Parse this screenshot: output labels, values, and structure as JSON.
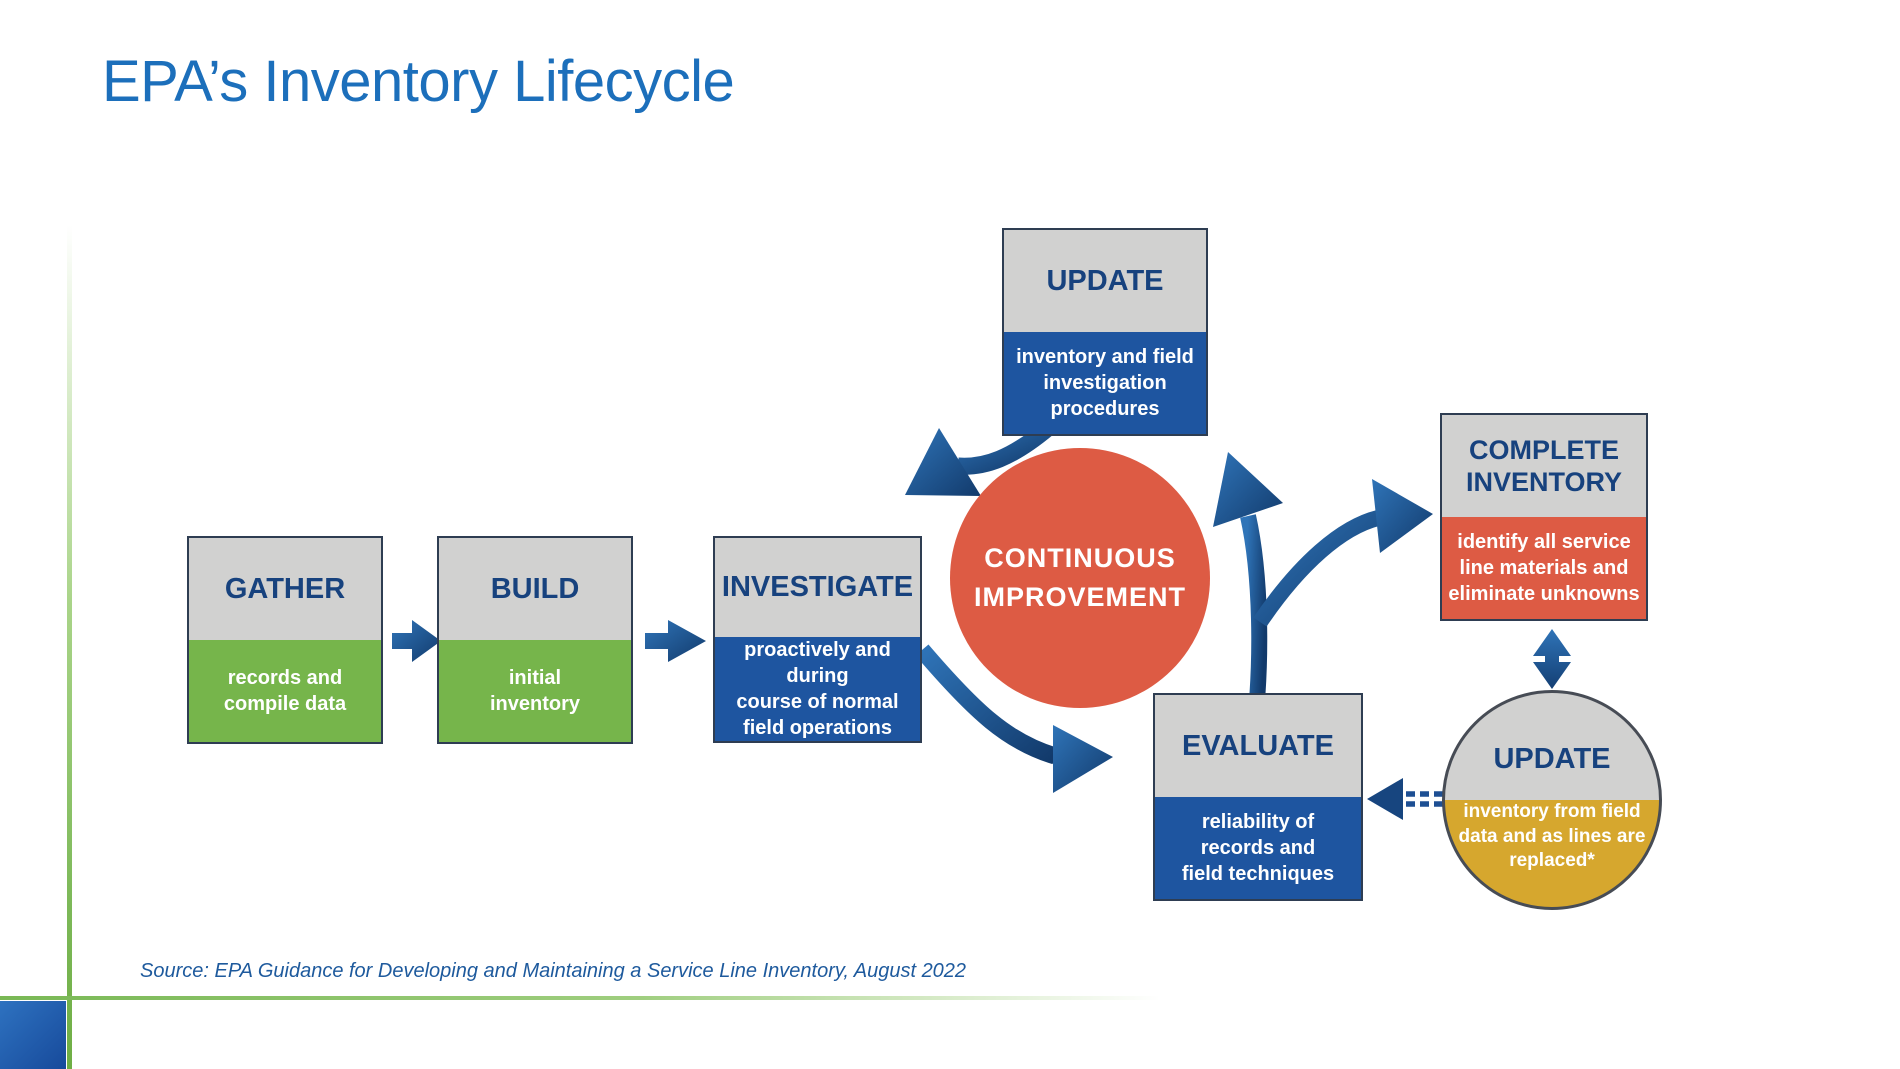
{
  "slide": {
    "title": "EPA’s Inventory Lifecycle",
    "source": "Source: EPA Guidance for Developing and Maintaining a Service Line Inventory, August 2022"
  },
  "nodes": {
    "gather": {
      "title": "GATHER",
      "desc": "records and\ncompile data"
    },
    "build": {
      "title": "BUILD",
      "desc": "initial\ninventory"
    },
    "investigate": {
      "title": "INVESTIGATE",
      "desc": "proactively and during\ncourse of normal\nfield operations"
    },
    "update_top": {
      "title": "UPDATE",
      "desc": "inventory and field\ninvestigation\nprocedures"
    },
    "continuous_improvement": {
      "title": "CONTINUOUS\nIMPROVEMENT"
    },
    "complete_inventory": {
      "title": "COMPLETE\nINVENTORY",
      "desc": "identify all service\nline materials and\neliminate unknowns"
    },
    "evaluate": {
      "title": "EVALUATE",
      "desc": "reliability of\nrecords and\nfield techniques"
    },
    "update_circle": {
      "title": "UPDATE",
      "desc": "inventory from field\ndata and as lines are\nreplaced*"
    }
  },
  "colors": {
    "title_blue": "#1c6fbb",
    "header_navy": "#17427e",
    "box_gray": "#d1d1d0",
    "box_blue": "#1e55a0",
    "box_green": "#76b54b",
    "box_red": "#dd5b44",
    "box_gold": "#d6a72e",
    "arrow_blue_light": "#2f74b8",
    "arrow_blue_dark": "#123a6b",
    "line_green": "#7db959",
    "source_blue": "#1e5a9d"
  }
}
